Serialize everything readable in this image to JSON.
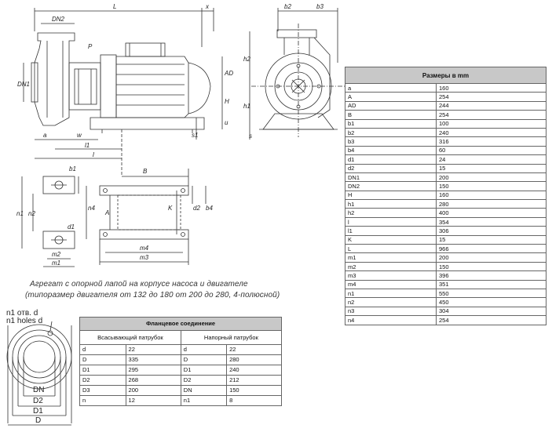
{
  "dims_table": {
    "header": "Размеры в mm",
    "rows": [
      [
        "a",
        "160"
      ],
      [
        "A",
        "254"
      ],
      [
        "AD",
        "244"
      ],
      [
        "B",
        "254"
      ],
      [
        "b1",
        "100"
      ],
      [
        "b2",
        "240"
      ],
      [
        "b3",
        "316"
      ],
      [
        "b4",
        "60"
      ],
      [
        "d1",
        "24"
      ],
      [
        "d2",
        "15"
      ],
      [
        "DN1",
        "200"
      ],
      [
        "DN2",
        "150"
      ],
      [
        "H",
        "160"
      ],
      [
        "h1",
        "280"
      ],
      [
        "h2",
        "400"
      ],
      [
        "l",
        "354"
      ],
      [
        "l1",
        "306"
      ],
      [
        "K",
        "15"
      ],
      [
        "L",
        "966"
      ],
      [
        "m1",
        "200"
      ],
      [
        "m2",
        "150"
      ],
      [
        "m3",
        "396"
      ],
      [
        "m4",
        "351"
      ],
      [
        "n1",
        "550"
      ],
      [
        "n2",
        "450"
      ],
      [
        "n3",
        "304"
      ],
      [
        "n4",
        "254"
      ]
    ]
  },
  "flange_table": {
    "title": "Фланцевое соединение",
    "suction": "Всасывающий патрубок",
    "discharge": "Напорный патрубок",
    "rows": [
      [
        "d",
        "22",
        "d",
        "22"
      ],
      [
        "D",
        "335",
        "D",
        "280"
      ],
      [
        "D1",
        "295",
        "D1",
        "240"
      ],
      [
        "D2",
        "268",
        "D2",
        "212"
      ],
      [
        "D3",
        "200",
        "DN",
        "150"
      ],
      [
        "n",
        "12",
        "n1",
        "8"
      ]
    ]
  },
  "caption": {
    "line1": "Агрегат с опорной лапой на корпусе насоса и двигателе",
    "line2": "(типоразмер двигателя от 132 до 180 от 200 до 280, 4-полюсной)"
  },
  "flange_labels": {
    "holes_ru": "n1 отв. d",
    "holes_en": "n1 holes d",
    "dn": "DN",
    "d2": "D2",
    "d1": "D1",
    "d": "D"
  },
  "drawing_labels": {
    "side": {
      "L": "L",
      "x": "x",
      "dn2": "DN2",
      "dn1": "DN1",
      "p": "P",
      "ad": "AD",
      "h": "H",
      "u": "u",
      "s1": "s1",
      "a": "a",
      "w": "w",
      "l1": "l1",
      "l": "l"
    },
    "front": {
      "b2": "b2",
      "b3": "b3",
      "h2": "h2",
      "h1": "h1",
      "s": "s"
    },
    "plan": {
      "B": "B",
      "A": "A",
      "K": "K",
      "d2": "d2",
      "b4": "b4",
      "n4": "n4",
      "m4": "m4",
      "m3": "m3"
    },
    "foot": {
      "b1": "b1",
      "n1": "n1",
      "n2": "n2",
      "d1": "d1",
      "m2": "m2",
      "m1": "m1"
    }
  }
}
